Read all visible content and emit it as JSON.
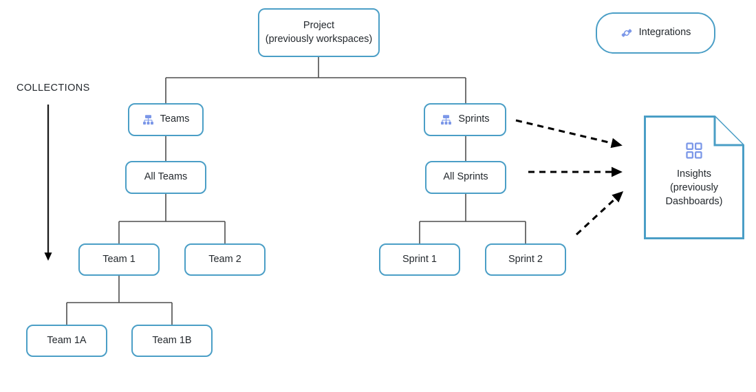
{
  "diagram": {
    "type": "hierarchy-flowchart",
    "background_color": "#ffffff",
    "node_border_color": "#4a9ec6",
    "connector_color": "#4d4d4d",
    "icon_color": "#7b97e8",
    "text_color": "#23282d"
  },
  "annotation": {
    "collections_label": "COLLECTIONS"
  },
  "nodes": {
    "project": {
      "label": "Project\n(previously workspaces)"
    },
    "integrations": {
      "label": "Integrations",
      "icon": "link-chain-icon"
    },
    "teams": {
      "label": "Teams",
      "icon": "hierarchy-icon"
    },
    "sprints": {
      "label": "Sprints",
      "icon": "hierarchy-icon"
    },
    "all_teams": {
      "label": "All Teams"
    },
    "all_sprints": {
      "label": "All Sprints"
    },
    "team_1": {
      "label": "Team 1"
    },
    "team_2": {
      "label": "Team 2"
    },
    "sprint_1": {
      "label": "Sprint 1"
    },
    "sprint_2": {
      "label": "Sprint 2"
    },
    "team_1a": {
      "label": "Team 1A"
    },
    "team_1b": {
      "label": "Team 1B"
    },
    "insights": {
      "label": "Insights\n(previously\nDashboards)",
      "icon": "grid-dashboard-icon"
    }
  },
  "edges": [
    {
      "from": "project",
      "to": "teams",
      "style": "solid"
    },
    {
      "from": "project",
      "to": "sprints",
      "style": "solid"
    },
    {
      "from": "teams",
      "to": "all_teams",
      "style": "solid"
    },
    {
      "from": "all_teams",
      "to": "team_1",
      "style": "solid"
    },
    {
      "from": "all_teams",
      "to": "team_2",
      "style": "solid"
    },
    {
      "from": "team_1",
      "to": "team_1a",
      "style": "solid"
    },
    {
      "from": "team_1",
      "to": "team_1b",
      "style": "solid"
    },
    {
      "from": "sprints",
      "to": "all_sprints",
      "style": "solid"
    },
    {
      "from": "all_sprints",
      "to": "sprint_1",
      "style": "solid"
    },
    {
      "from": "all_sprints",
      "to": "sprint_2",
      "style": "solid"
    },
    {
      "from": "sprints",
      "to": "insights",
      "style": "dashed-arrow"
    },
    {
      "from": "all_sprints",
      "to": "insights",
      "style": "dashed-arrow"
    },
    {
      "from": "sprint_2",
      "to": "insights",
      "style": "dashed-arrow"
    }
  ]
}
